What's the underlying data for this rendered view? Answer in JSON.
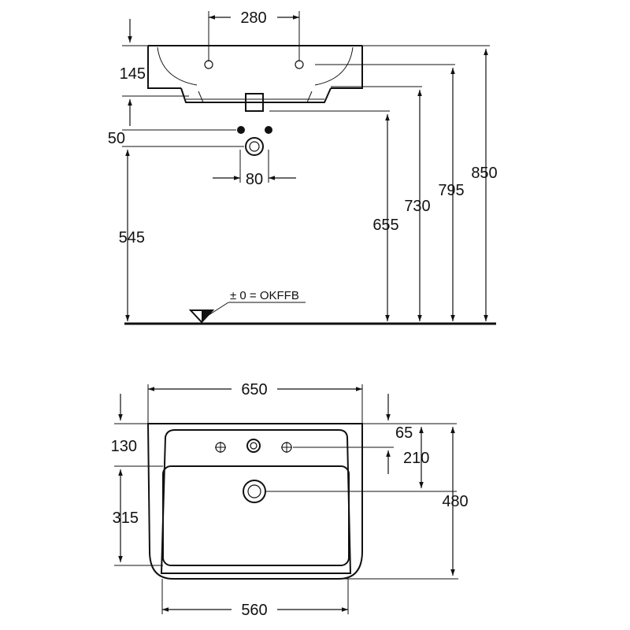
{
  "side_view": {
    "tap_hole_spacing": "280",
    "rim_height": "145",
    "waste_hole_spacing": "50",
    "waste_width": "80",
    "waste_height": "545",
    "height_655": "655",
    "height_730": "730",
    "height_795": "795",
    "height_850": "850",
    "floor_reference": "± 0 = OKFFB"
  },
  "top_view": {
    "overall_width": "650",
    "rim_to_tap": "130",
    "tap_offset": "65",
    "tap_row_depth": "210",
    "bowl_depth": "315",
    "overall_depth": "480",
    "bowl_width": "560"
  }
}
